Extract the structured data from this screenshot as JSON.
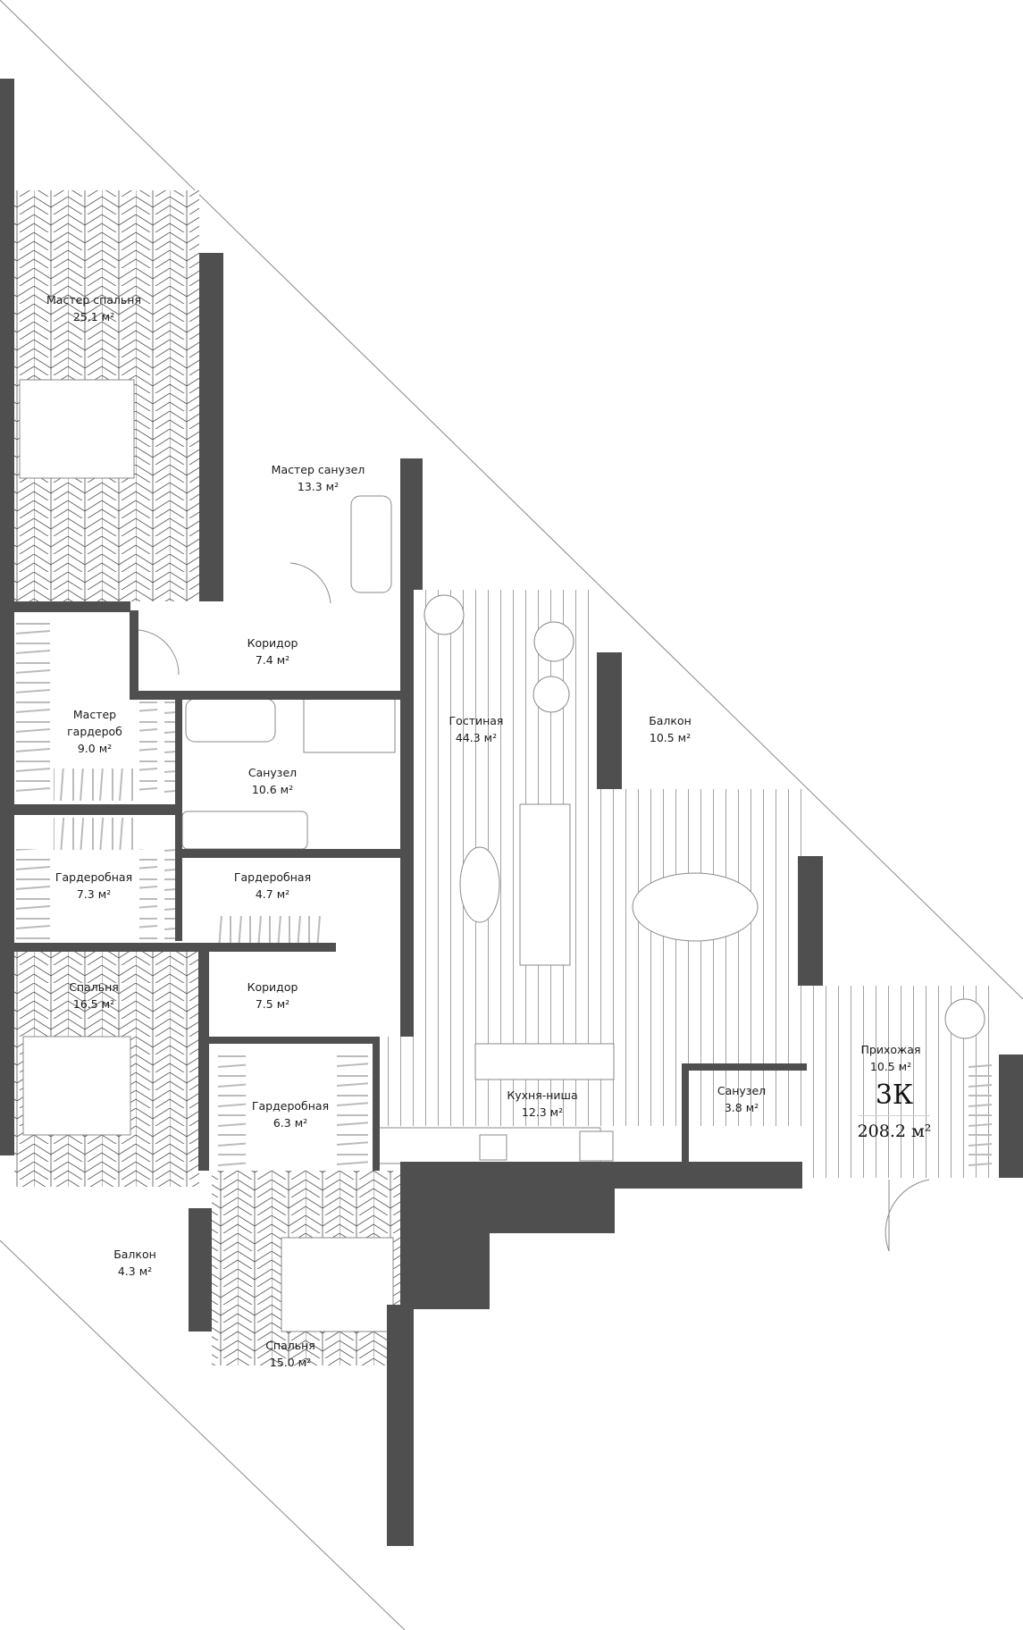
{
  "plan": {
    "apartment_type": "3К",
    "total_area": "208.2 м²",
    "colors": {
      "wall": "#4f4f4f",
      "line": "#8a8a8a",
      "floor_line": "#9a9a9a",
      "text": "#1a1a1a"
    },
    "rooms": [
      {
        "name": "Мастер спальня",
        "area": "25.1 м²"
      },
      {
        "name": "Мастер санузел",
        "area": "13.3 м²"
      },
      {
        "name": "Коридор",
        "area": "7.4 м²"
      },
      {
        "name": "Мастер гардероб",
        "area": "9.0 м²"
      },
      {
        "name": "Санузел",
        "area": "10.6 м²"
      },
      {
        "name": "Гардеробная",
        "area": "7.3 м²"
      },
      {
        "name": "Гардеробная",
        "area": "4.7 м²"
      },
      {
        "name": "Спальня",
        "area": "16.5 м²"
      },
      {
        "name": "Коридор",
        "area": "7.5 м²"
      },
      {
        "name": "Гардеробная",
        "area": "6.3 м²"
      },
      {
        "name": "Гостиная",
        "area": "44.3 м²"
      },
      {
        "name": "Балкон",
        "area": "10.5 м²"
      },
      {
        "name": "Кухня-ниша",
        "area": "12.3 м²"
      },
      {
        "name": "Санузел",
        "area": "3.8 м²"
      },
      {
        "name": "Прихожая",
        "area": "10.5 м²"
      },
      {
        "name": "Балкон",
        "area": "4.3 м²"
      },
      {
        "name": "Спальня",
        "area": "15.0 м²"
      }
    ],
    "master_wardrobe_name_line2": "гардероб"
  }
}
